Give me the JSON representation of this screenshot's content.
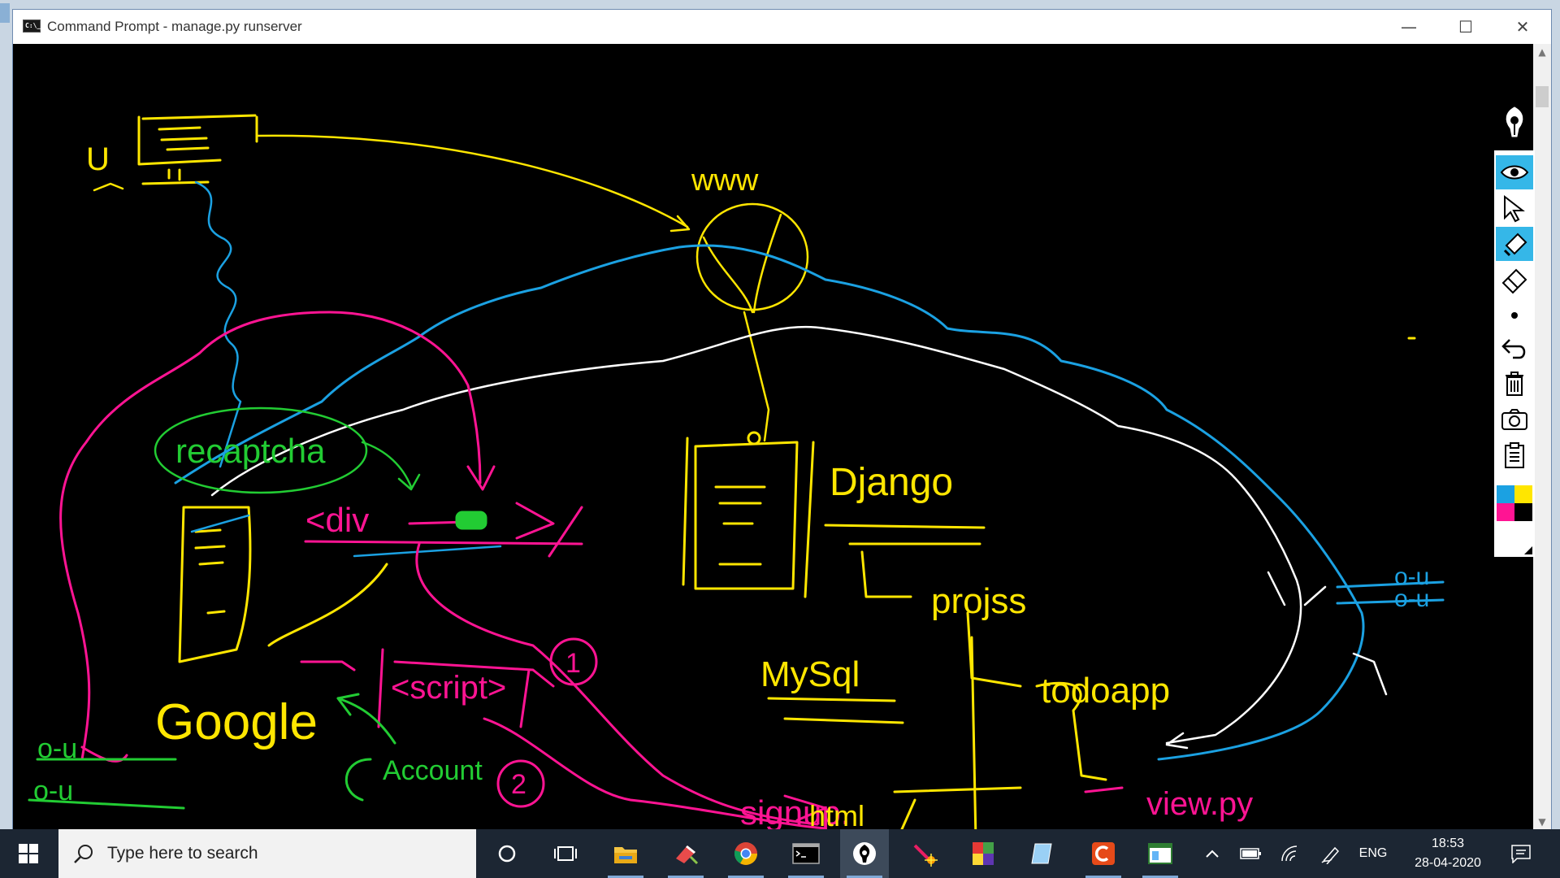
{
  "window": {
    "title": "Command Prompt - manage.py  runserver",
    "icon_label": "C:\\_",
    "controls": {
      "minimize": "—",
      "maximize": "☐",
      "close": "✕"
    }
  },
  "whiteboard": {
    "labels": {
      "user": "U",
      "www": "www",
      "recaptcha": "recaptcha",
      "div": "<div",
      "django": "Django",
      "projss": "projss",
      "todoapp": "todoapp",
      "views": "view.py",
      "mysql": "MySql",
      "google": "Google",
      "script": "<script>",
      "account": "Account",
      "one": "1",
      "two": "2",
      "signup": "signup.",
      "html": "html"
    }
  },
  "annotation_toolbar": {
    "tools": [
      "pen-tip-icon",
      "eye-icon",
      "pointer-icon",
      "highlighter-icon",
      "eraser-icon",
      "dot-icon",
      "undo-icon",
      "trash-icon",
      "camera-icon",
      "clipboard-icon"
    ],
    "swatch_colors": [
      "#1ba1e2",
      "#ffe600",
      "#ff1493",
      "#000000"
    ]
  },
  "taskbar": {
    "search_placeholder": "Type here to search",
    "language": "ENG",
    "time": "18:53",
    "date": "28-04-2020"
  }
}
